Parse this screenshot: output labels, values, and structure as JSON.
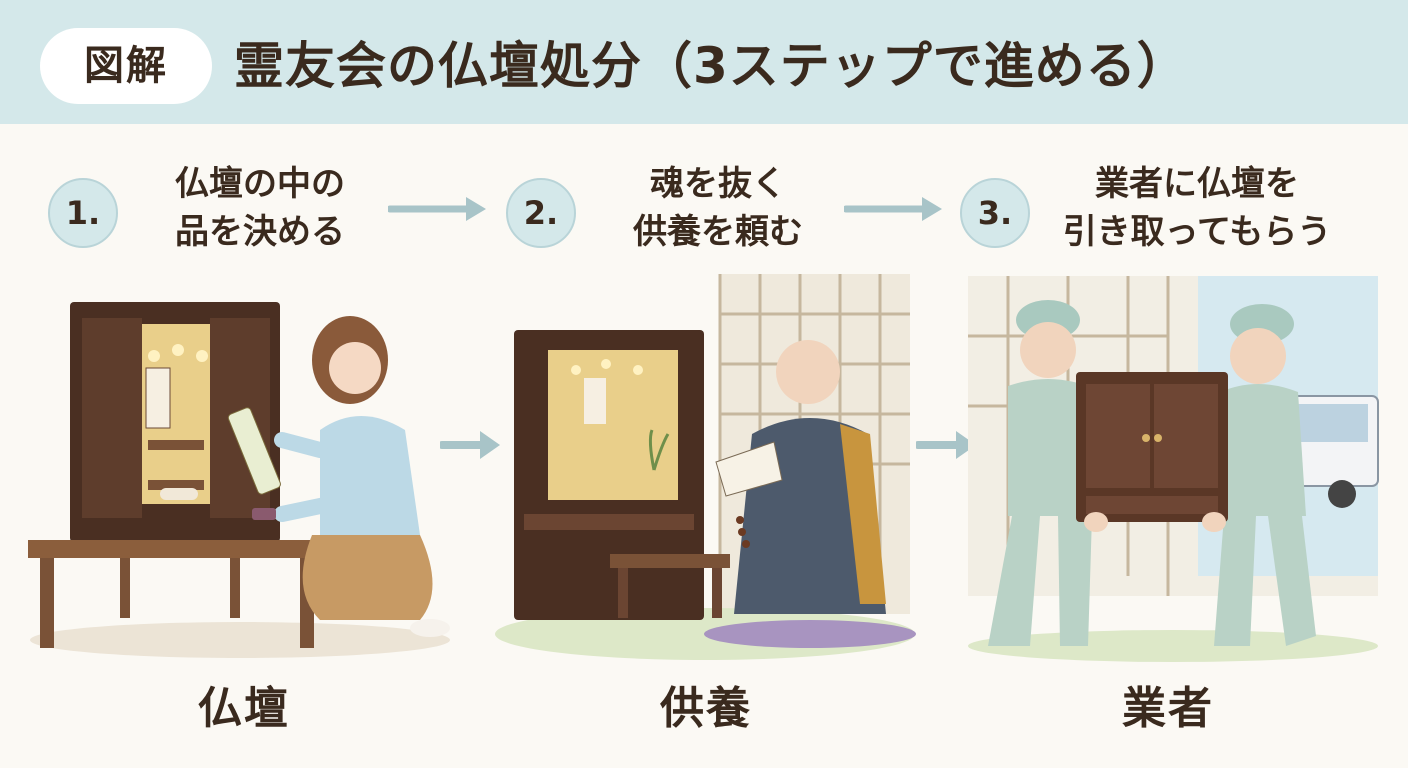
{
  "header": {
    "badge": "図解",
    "title": "霊友会の仏壇処分（3ステップで進める）"
  },
  "steps": [
    {
      "number": "1.",
      "text": "仏壇の中の\n品を決める",
      "caption": "仏壇"
    },
    {
      "number": "2.",
      "text": "魂を抜く\n供養を頼む",
      "caption": "供養"
    },
    {
      "number": "3.",
      "text": "業者に仏壇を\n引き取ってもらう",
      "caption": "業者"
    }
  ],
  "colors": {
    "header_bg": "#d4e8ea",
    "arrow": "#a8c4c8",
    "wood_dark": "#4a2f22",
    "text": "#3a2a1e"
  },
  "icons": [
    "butsudan-illustration",
    "monk-prayer-illustration",
    "movers-carrying-illustration"
  ]
}
